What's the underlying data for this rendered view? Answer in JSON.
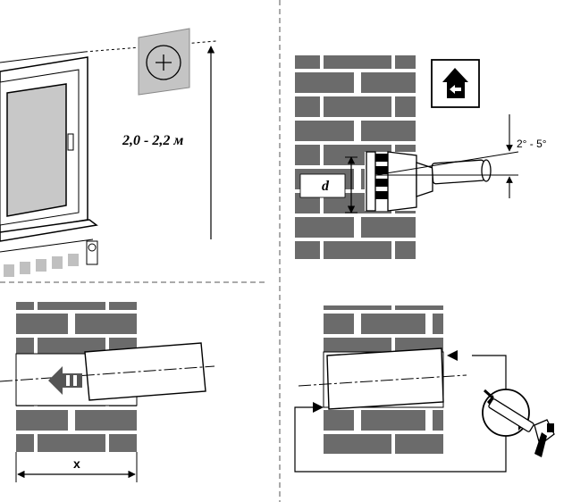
{
  "labels": {
    "mount_height": "2,0 - 2,2 м",
    "tilt_angle": "2° - 5°",
    "hole_diameter": "d",
    "wall_depth": "x"
  },
  "icons": {
    "panel1": "wall-vent-icon",
    "panel2": "house-indoor-arrow-icon",
    "panel3": "push-arrow-icon",
    "panel4": "sealant-gun-icon"
  },
  "colors": {
    "brick": "#6b6b6b",
    "mortar": "#ffffff",
    "window": "#c8c8c8",
    "ink": "#000000",
    "vent_plate": "#c4c4c4"
  }
}
